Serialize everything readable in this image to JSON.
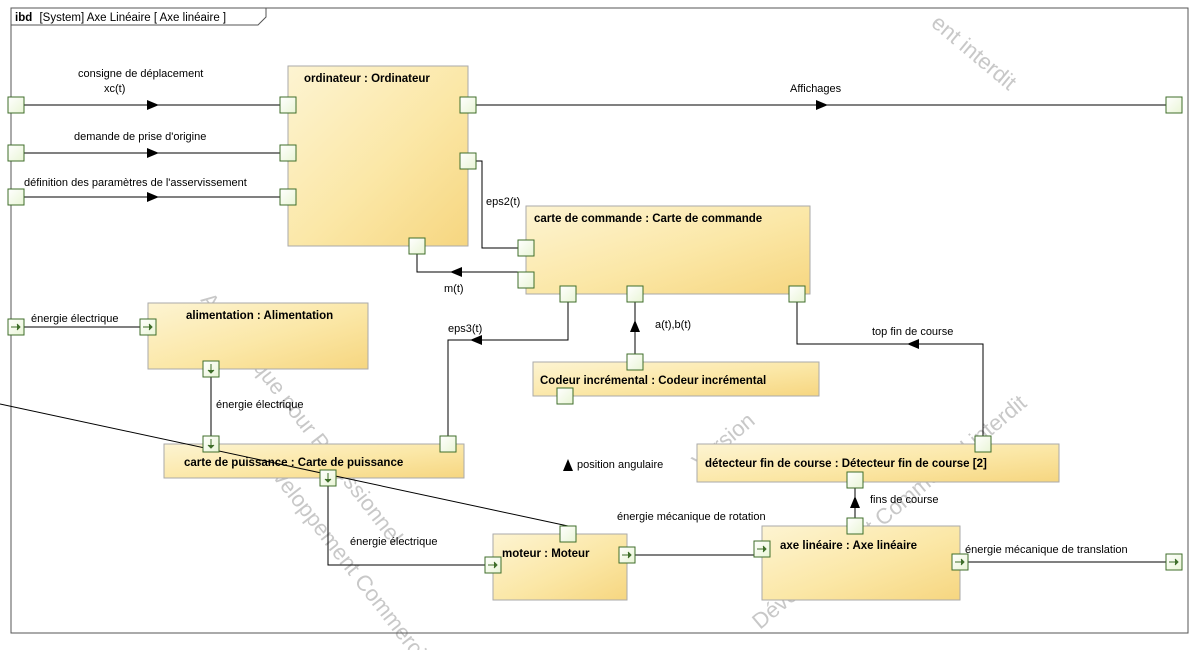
{
  "frame": {
    "keyword": "ibd",
    "title": "[System] Axe Linéaire [ Axe linéaire ]"
  },
  "blocks": {
    "ordinateur": "ordinateur : Ordinateur",
    "carte_commande": "carte de commande : Carte de commande",
    "alimentation": "alimentation : Alimentation",
    "codeur": "Codeur incrémental : Codeur incrémental",
    "carte_puissance": "carte de puissance : Carte de puissance",
    "detecteur": "détecteur fin de course : Détecteur fin de course [2]",
    "moteur": "moteur : Moteur",
    "axe": "axe linéaire : Axe linéaire"
  },
  "flows": {
    "consigne_1": "consigne de déplacement",
    "consigne_2": "xc(t)",
    "prise_origine": "demande de prise d'origine",
    "parametres": "définition des paramètres de l'asservissement",
    "affichages": "Affichages",
    "eps2": "eps2(t)",
    "m": "m(t)",
    "energie_in": "énergie électrique",
    "eps3": "eps3(t)",
    "ab": "a(t),b(t)",
    "top_fin": "top fin de course",
    "energie_alim_puiss": "énergie électrique",
    "position": "position angulaire",
    "energie_puiss_moteur": "énergie électrique",
    "meca_rotation": "énergie mécanique de rotation",
    "fins_course": "fins de course",
    "meca_translation": "énergie mécanique de translation"
  },
  "watermarks": [
    "Académique pour Professionnel",
    "Développement Commercial",
    "Version",
    "Développement Commercial interdit",
    "ent interdit"
  ]
}
